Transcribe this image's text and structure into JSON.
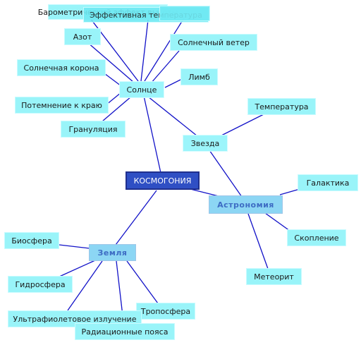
{
  "root": "КОСМОГОНИЯ",
  "nodes": {
    "solntse": "Солнце",
    "zvezda": "Звезда",
    "astronomiya": "Астрономия",
    "zemlya": "Земля",
    "barometr": "Барометрический эффект высоты",
    "effektivnaya": "Эффективная температура",
    "azot": "Азот",
    "solnechny_veter": "Солнечный ветер",
    "solnechnaya_korona": "Солнечная корона",
    "limb": "Лимб",
    "potemnenie": "Потемнение к краю",
    "granulyatsiya": "Грануляция",
    "temperatura": "Температура",
    "galaktika": "Галактика",
    "skoplenie": "Скопление",
    "meteorit": "Метеорит",
    "biosfera": "Биосфера",
    "gidrosfera": "Гидросфера",
    "troposfera": "Тропосфера",
    "uf_izluchenie": "Ультрафиолетовое излучение",
    "radiatsionnye_poyasa": "Радиационные пояса"
  },
  "colors": {
    "link": "#1212c8",
    "root_fill": "#2f4fc4",
    "leaf_fill": "#99f4f9",
    "branch_fill": "#8cd6f4",
    "branch_text": "#3d6cc4"
  }
}
